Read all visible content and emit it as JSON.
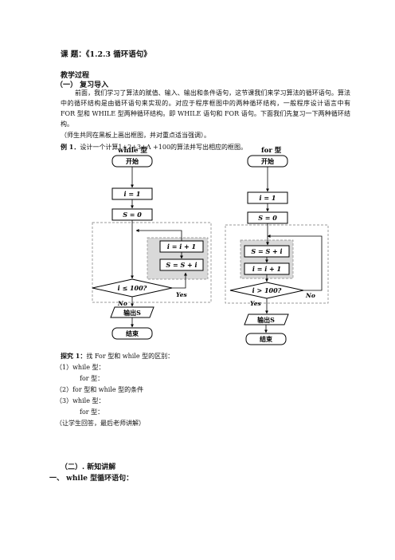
{
  "doc": {
    "title": "课      题：《1.2.3  循环语句》",
    "section_process": "教学过程",
    "section1": "（一）  复习导入",
    "intro_paragraph": "前面，我们学习了算法的赋值、输入、输出和条件语句，这节课我们来学习算法的循环语句。算法中的循环结构是由循环语句来实现的。对应于程序框图中的两种循环结构，一般程序设计语言中有 FOR 型和 WHILE 型两种循环结构。即 WHILE 语句和 FOR 语句。下面我们先复习一下两种循环结构。",
    "intro_note": "（师生共同在黑板上画出框图，并对重点适当强调）。",
    "example_label": "例 1．",
    "example_text": "设计一个计算1+2+3+Λ +100的算法并写出相应的框图。",
    "explore_label": "探究 1：",
    "explore_text": "找 For 型和 while 型的区别：",
    "q1": "（1）while 型：",
    "q1b": "for 型：",
    "q2": "（2）for 型和 while 型的条件",
    "q3": "（3）while 型：",
    "q3b": "for 型：",
    "note": "（让学生回答，最后老师讲解）",
    "section2": "（二）. 新知讲解",
    "section2_sub": "一、  while 型循环语句："
  },
  "flow_while": {
    "label": "while 型",
    "start": "开始",
    "init_i": "i = 1",
    "init_s": "S = 0",
    "step1": "i = i + 1",
    "step2": "S = S + i",
    "cond": "i ≤ 100?",
    "yes": "Yes",
    "no": "No",
    "output": "输出S",
    "end": "结束"
  },
  "flow_for": {
    "label": "for 型",
    "start": "开始",
    "init_i": "i = 1",
    "init_s": "S = 0",
    "step1": "S = S + i",
    "step2": "i = i + 1",
    "cond": "i > 100?",
    "yes": "Yes",
    "no": "No",
    "output": "输出S",
    "end": "结束"
  }
}
